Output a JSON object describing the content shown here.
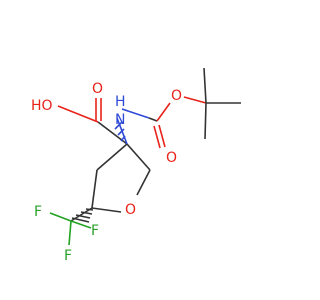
{
  "molecule": {
    "atoms": {
      "carboxyl_hydroxyl": "HO",
      "carboxyl_carbonyl_oxygen": "O",
      "carbamate_carbonyl_oxygen": "O",
      "carbamate_ester_oxygen": "O",
      "ring_oxygen": "O",
      "amide_nitrogen": "N",
      "amide_hydrogen": "H",
      "fluorine_left": "F",
      "fluorine_bottom": "F",
      "fluorine_right": "F"
    },
    "colors": {
      "bond": "#333333",
      "oxygen": "#e8231a",
      "nitrogen": "#2d49d6",
      "fluorine": "#2aa12a"
    }
  }
}
